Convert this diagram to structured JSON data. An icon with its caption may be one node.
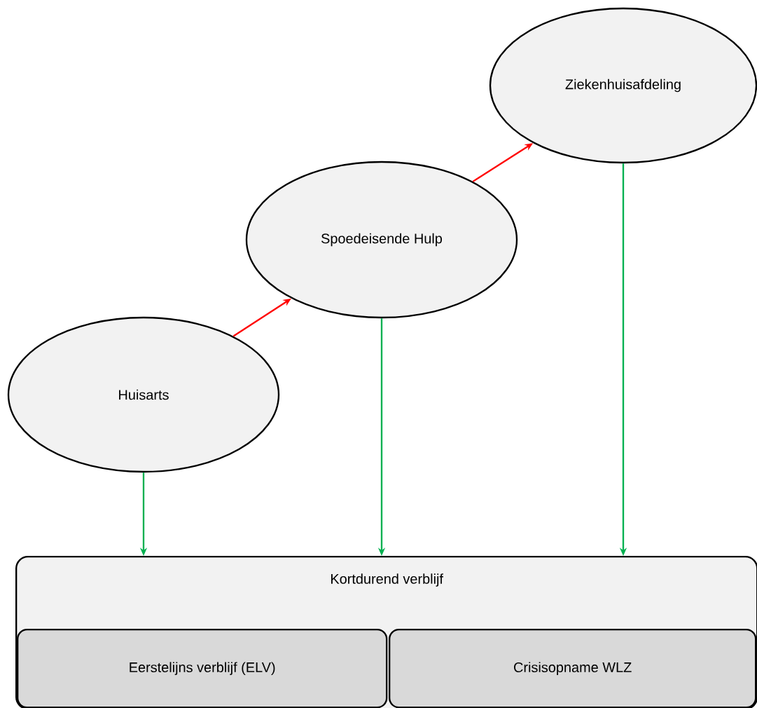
{
  "diagram": {
    "nodes": [
      {
        "text": [
          "Huisarts"
        ]
      },
      {
        "text": [
          "Spoedeisende Hulp"
        ]
      },
      {
        "text": [
          "Ziekenhuisafdeling"
        ]
      },
      {
        "text": [
          "Kortdurend verblijf"
        ]
      },
      {
        "text": [
          "Eerstelijns verblijf (ELV)"
        ],
        "in": 3
      },
      {
        "text": [
          "Crisisopname WLZ"
        ],
        "in": 3
      }
    ],
    "edges": [
      {
        "from": 0,
        "to": 1,
        "arrow": "to",
        "color": "#ff0000"
      },
      {
        "from": 1,
        "to": 2,
        "arrow": "to",
        "color": "#ff0000"
      },
      {
        "from": 0,
        "to": 3,
        "arrow": "to"
      },
      {
        "from": 1,
        "to": 3,
        "arrow": "to"
      },
      {
        "from": 2,
        "to": 3,
        "arrow": "to"
      }
    ]
  }
}
